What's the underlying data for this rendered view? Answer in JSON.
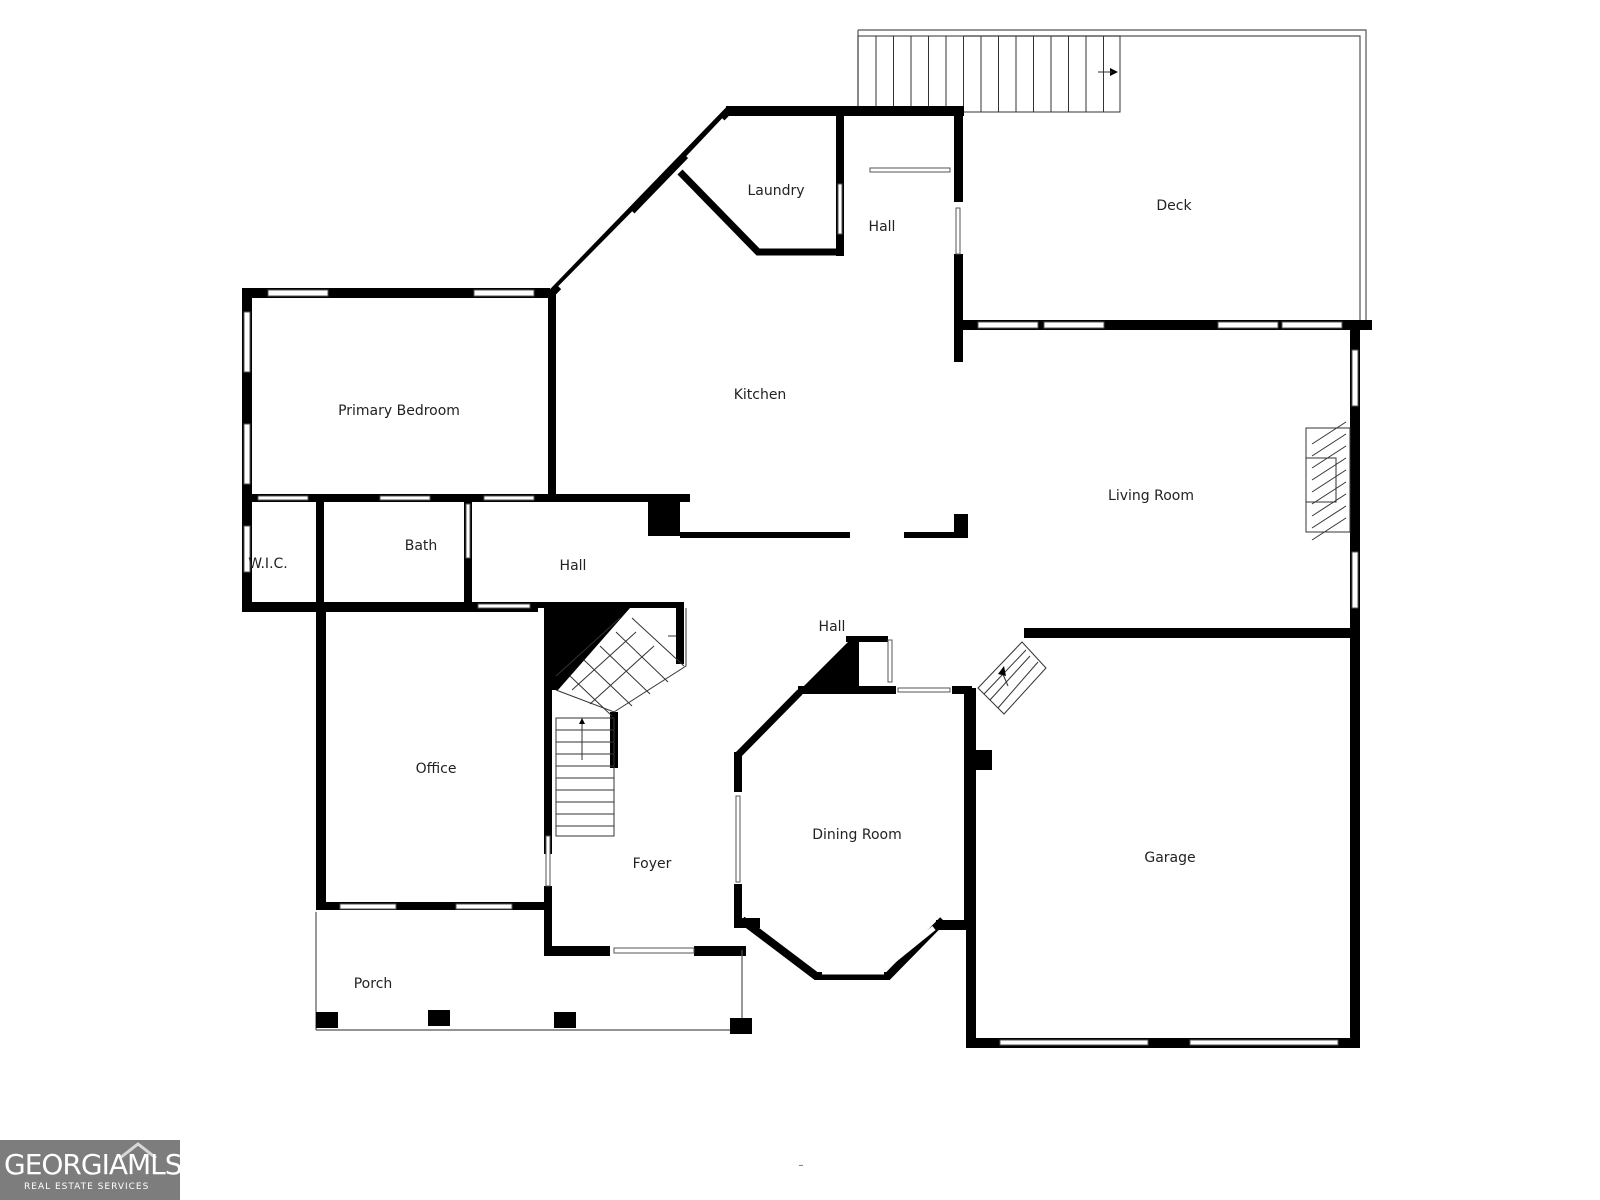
{
  "rooms": {
    "deck": "Deck",
    "laundry": "Laundry",
    "hall_upper": "Hall",
    "kitchen": "Kitchen",
    "primary_bedroom": "Primary Bedroom",
    "living_room": "Living Room",
    "wic": "W.I.C.",
    "bath": "Bath",
    "hall_mid": "Hall",
    "hall_center": "Hall",
    "office": "Office",
    "dining_room": "Dining Room",
    "garage": "Garage",
    "foyer": "Foyer",
    "porch": "Porch"
  },
  "footer_mark": "–",
  "logo": {
    "brand": "GEORGIAMLS",
    "tagline": "REAL ESTATE SERVICES"
  },
  "colors": {
    "wall": "#000000",
    "logo_bg": "#7d7d7d"
  }
}
